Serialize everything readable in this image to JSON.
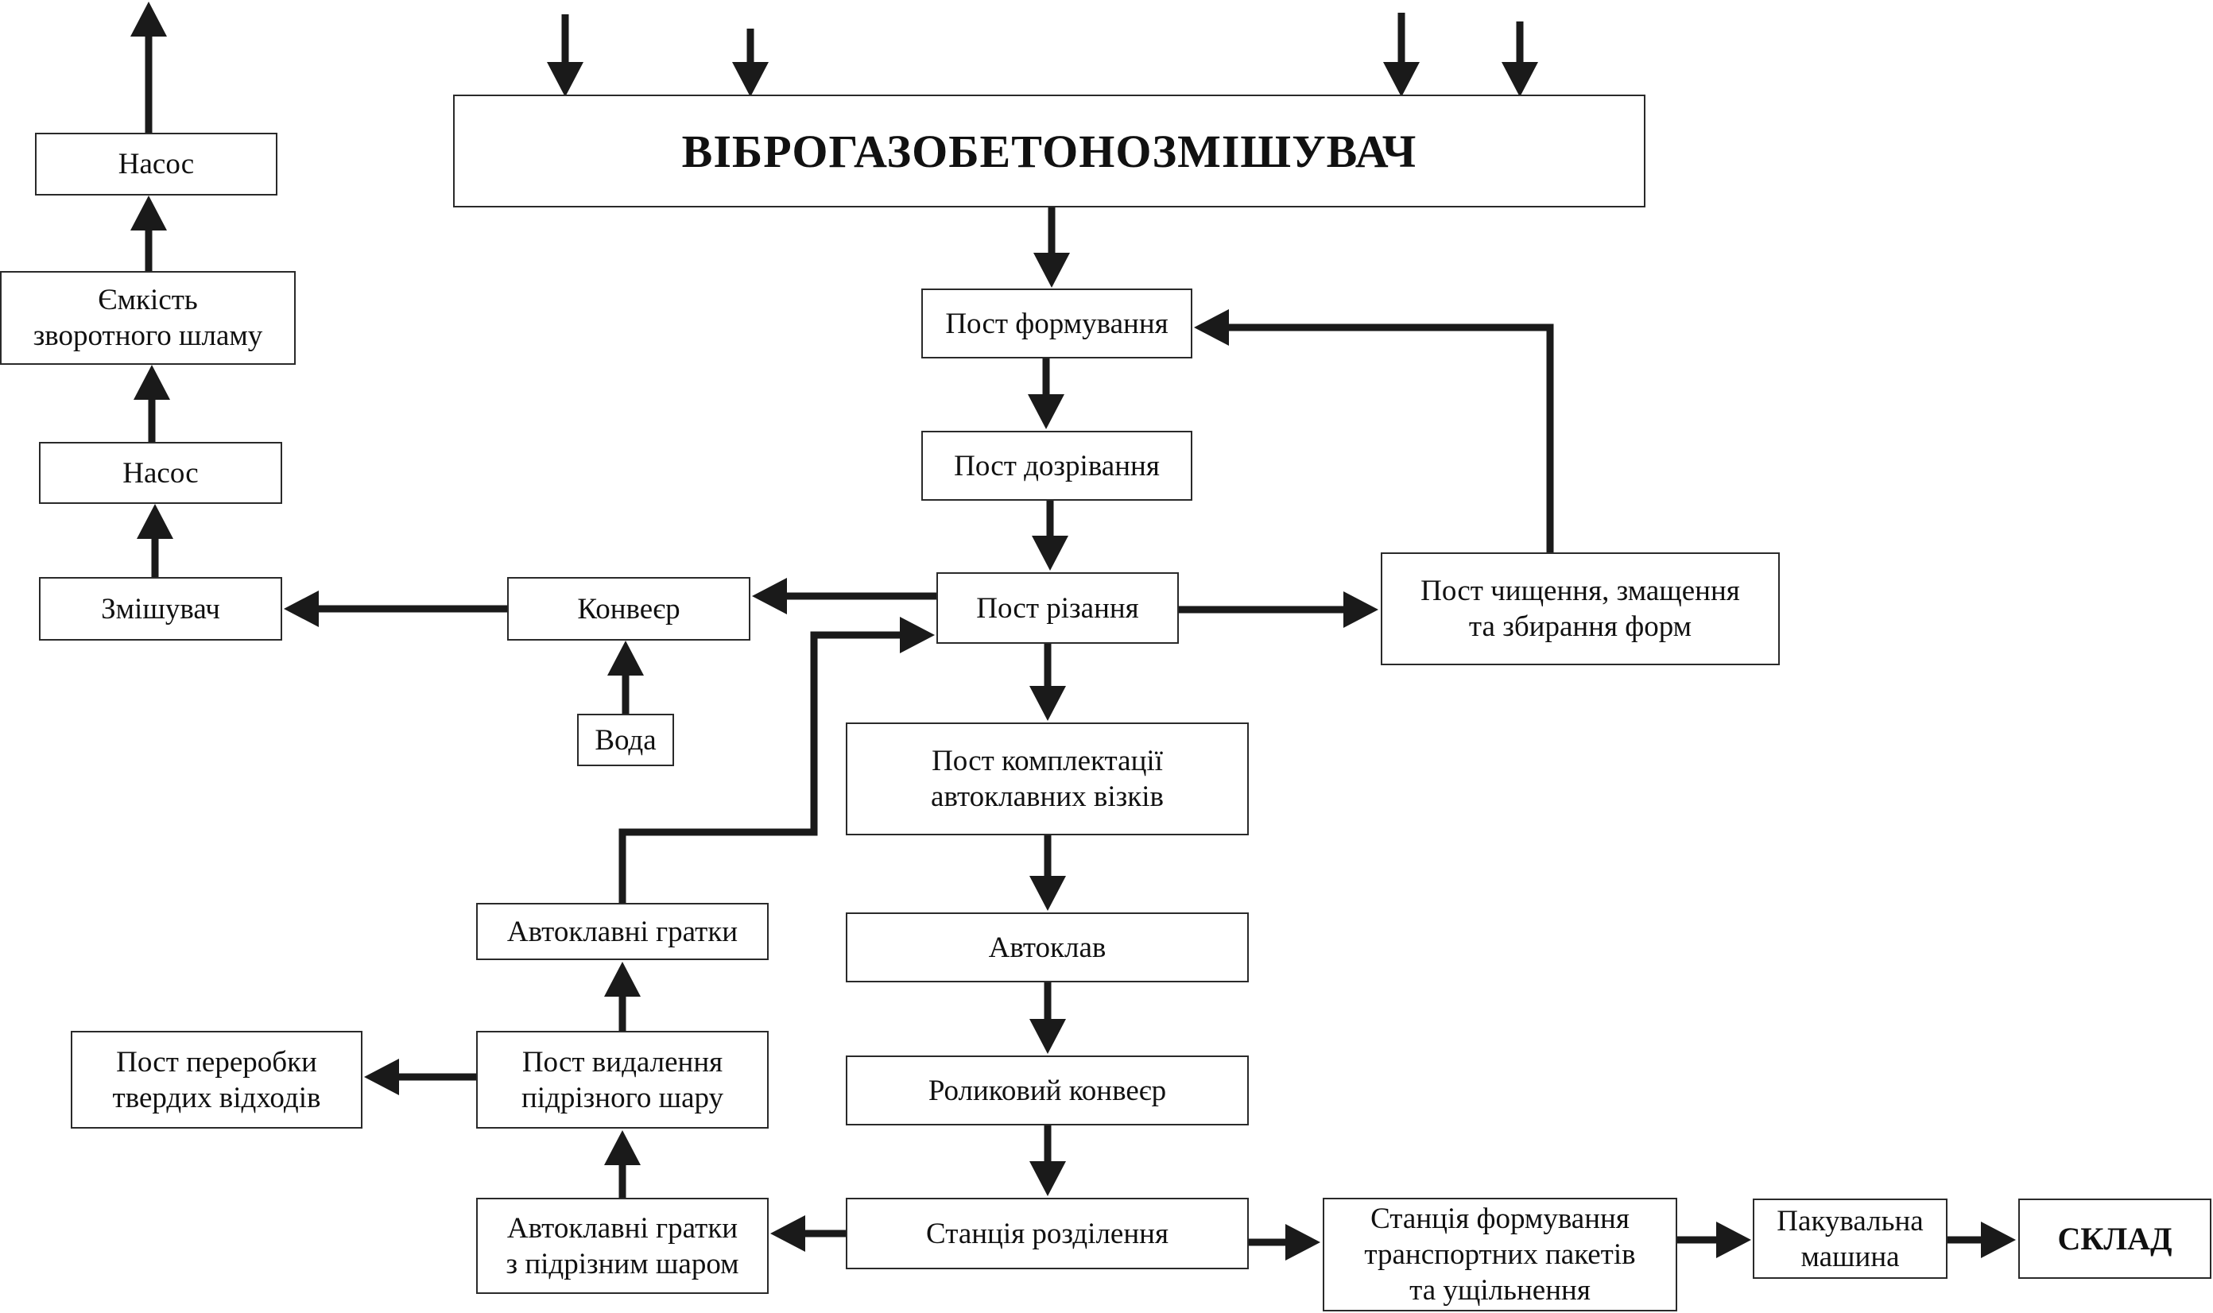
{
  "nodes": {
    "mixer": "ВІБРОГАЗОБЕТОНОЗМІШУВАЧ",
    "forming": "Пост формування",
    "maturing": "Пост дозрівання",
    "cutting": "Пост різання",
    "cleaning": "Пост чищення, змащення\nта збирання форм",
    "conveyor": "Конвеєр",
    "water": "Вода",
    "mixer_small": "Змішувач",
    "pump_low": "Насос",
    "tank": "Ємкість\nзворотного шламу",
    "pump_top": "Насос",
    "autoclave_assembly": "Пост комплектації\nавтоклавних візків",
    "autoclave": "Автоклав",
    "roller_conveyor": "Роликовий конвеєр",
    "separation": "Станція розділення",
    "packet_forming": "Станція формування\nтранспортних пакетів\nта ущільнення",
    "packing": "Пакувальна\nмашина",
    "warehouse": "СКЛАД",
    "grates_with_layer": "Автоклавні гратки\nз підрізним шаром",
    "layer_removal": "Пост видалення\nпідрізного шару",
    "waste_processing": "Пост переробки\nтвердих відходів",
    "grates": "Автоклавні гратки"
  },
  "colors": {
    "line": "#1a1a1a",
    "border": "#2a2a2a",
    "background": "#ffffff"
  }
}
